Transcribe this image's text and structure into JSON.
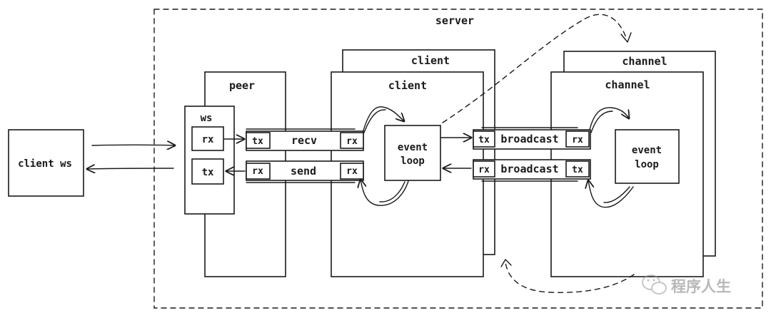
{
  "server": {
    "label": "server"
  },
  "client_ws": {
    "label": "client ws"
  },
  "peer": {
    "label": "peer",
    "ws": {
      "label": "ws",
      "rx": "rx",
      "tx": "tx"
    }
  },
  "pipes": {
    "recv": {
      "label": "recv",
      "left": "tx",
      "right": "rx"
    },
    "send": {
      "label": "send",
      "left": "rx",
      "right": "rx"
    },
    "broadcast_out": {
      "label": "broadcast",
      "left": "tx",
      "right": "rx"
    },
    "broadcast_in": {
      "label": "broadcast",
      "left": "rx",
      "right": "tx"
    }
  },
  "client": {
    "back_label": "client",
    "front_label": "client",
    "event_loop": {
      "line1": "event",
      "line2": "loop"
    }
  },
  "channel": {
    "back_label": "channel",
    "front_label": "channel",
    "event_loop": {
      "line1": "event",
      "line2": "loop"
    }
  },
  "watermark": {
    "text": "程序人生",
    "icon": "wechat-icon"
  }
}
